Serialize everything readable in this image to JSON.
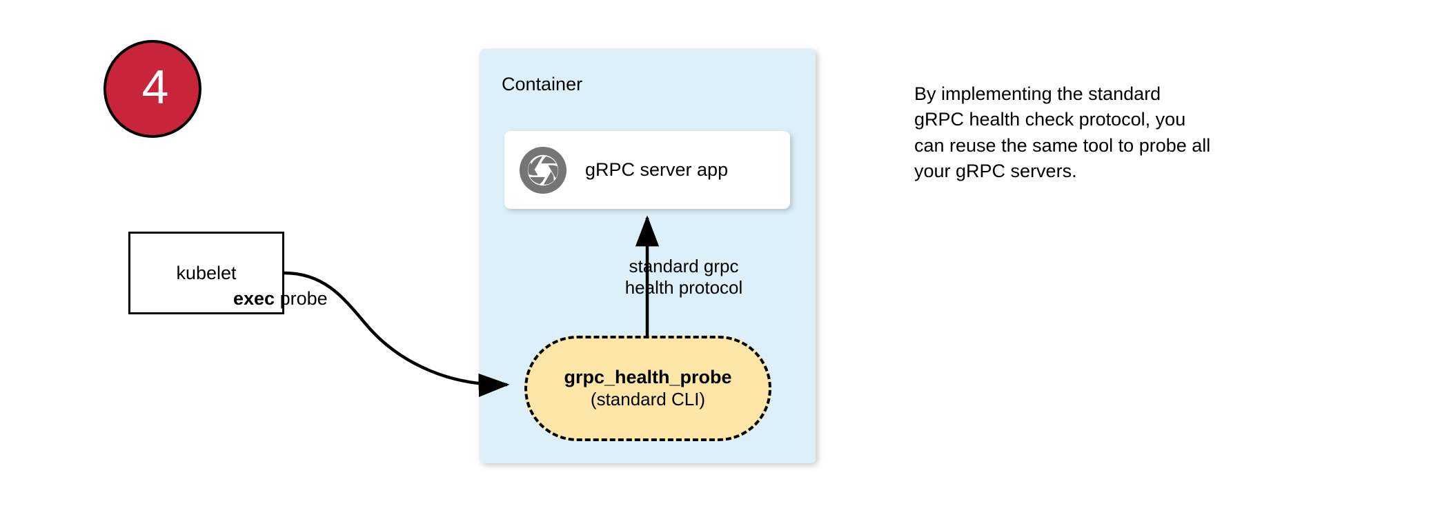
{
  "step": {
    "number": "4"
  },
  "kubelet": {
    "label": "kubelet"
  },
  "container": {
    "title": "Container",
    "fill_color": "#DDF0FA"
  },
  "server_card": {
    "label": "gRPC server app",
    "icon": "aperture-icon",
    "icon_color": "#757575"
  },
  "probe": {
    "title": "grpc_health_probe",
    "subtitle": "(standard CLI)",
    "fill_color": "#FDE6A8"
  },
  "edges": {
    "exec_probe": {
      "label_bold": "exec",
      "label_rest": " probe"
    },
    "protocol": {
      "label": "standard grpc\nhealth protocol"
    }
  },
  "annotation": {
    "text": "By implementing the standard\ngRPC health check protocol, you\ncan reuse the same tool to probe all\nyour gRPC servers."
  },
  "colors": {
    "badge": "#C9253A",
    "stroke": "#000000",
    "background": "#FFFFFF"
  }
}
